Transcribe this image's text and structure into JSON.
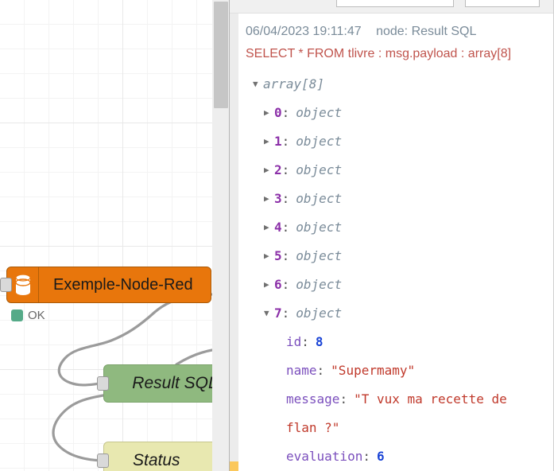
{
  "canvas": {
    "nodes": [
      {
        "id": "db",
        "label": "Exemple-Node-Red",
        "icon": "database-icon",
        "status_text": "OK",
        "status_color": "#55aa88",
        "color": "#e8760c"
      },
      {
        "id": "result-sql",
        "label": "Result SQL",
        "color": "#8fb97f"
      },
      {
        "id": "status",
        "label": "Status",
        "icon": "globe-icon",
        "color": "#e8e8b0"
      }
    ]
  },
  "sidebar": {
    "debug": {
      "timestamp": "06/04/2023 19:11:47",
      "node_label": "node: Result SQL",
      "topic": "SELECT * FROM tlivre : msg.payload : array[8]",
      "root": {
        "label": "array[8]",
        "expanded": true
      },
      "items": [
        {
          "index": "0",
          "colon": ":",
          "type": "object",
          "expanded": false
        },
        {
          "index": "1",
          "colon": ":",
          "type": "object",
          "expanded": false
        },
        {
          "index": "2",
          "colon": ":",
          "type": "object",
          "expanded": false
        },
        {
          "index": "3",
          "colon": ":",
          "type": "object",
          "expanded": false
        },
        {
          "index": "4",
          "colon": ":",
          "type": "object",
          "expanded": false
        },
        {
          "index": "5",
          "colon": ":",
          "type": "object",
          "expanded": false
        },
        {
          "index": "6",
          "colon": ":",
          "type": "object",
          "expanded": false
        },
        {
          "index": "7",
          "colon": ":",
          "type": "object",
          "expanded": true
        }
      ],
      "expanded_item": {
        "index": "7",
        "type": "object",
        "properties": [
          {
            "key": "id",
            "value": "8",
            "kind": "number"
          },
          {
            "key": "name",
            "value": "\"Supermamy\"",
            "kind": "string"
          },
          {
            "key": "message",
            "value": "\"T vux ma recette de flan ?\"",
            "kind": "string"
          },
          {
            "key": "evaluation",
            "value": "6",
            "kind": "number"
          }
        ]
      }
    },
    "topbar": {
      "search_value": "",
      "button_label": ""
    }
  },
  "colors": {
    "node_orange": "#e8760c",
    "node_green": "#8fb97f",
    "node_yellow": "#e8e8b0",
    "status_green": "#55aa88",
    "key_purple": "#7b4fbd",
    "index_purple": "#8b2fa8",
    "string_red": "#c0392b",
    "number_blue": "#1a44d6",
    "type_gray": "#7a8b99",
    "topic_red": "#c0544d"
  }
}
